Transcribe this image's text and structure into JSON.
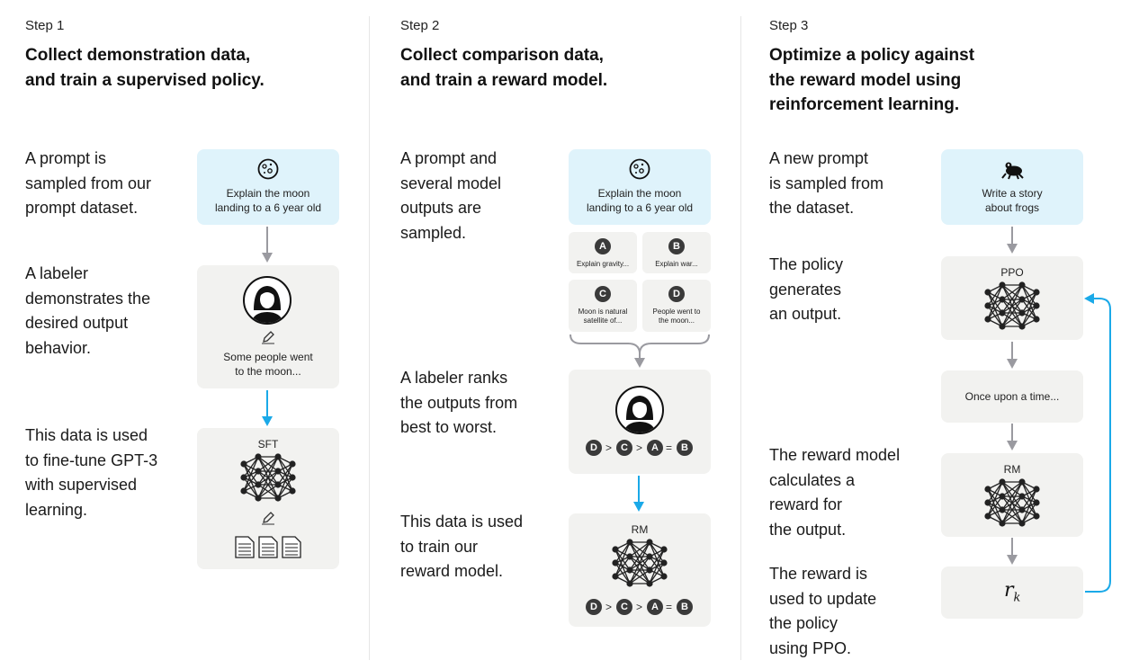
{
  "steps": [
    {
      "label": "Step 1",
      "title_line1": "Collect demonstration data,",
      "title_line2": "and train a supervised policy.",
      "desc1": "A prompt is\nsampled from our\nprompt dataset.",
      "desc2": "A labeler\ndemonstrates the\ndesired output\nbehavior.",
      "desc3": "This data is used\nto fine-tune GPT-3\nwith supervised\nlearning.",
      "prompt_text": "Explain the moon\nlanding to a 6 year old",
      "output_text": "Some people went\nto the moon...",
      "model_label": "SFT"
    },
    {
      "label": "Step 2",
      "title_line1": "Collect comparison data,",
      "title_line2": "and train a reward model.",
      "desc1": "A prompt and\nseveral model\noutputs are\nsampled.",
      "desc2": "A labeler ranks\nthe outputs from\nbest to worst.",
      "desc3": "This data is used\nto train our\nreward model.",
      "prompt_text": "Explain the moon\nlanding to a 6 year old",
      "outputs": [
        {
          "letter": "A",
          "text": "Explain gravity..."
        },
        {
          "letter": "B",
          "text": "Explain war..."
        },
        {
          "letter": "C",
          "text": "Moon is natural\nsatellite of..."
        },
        {
          "letter": "D",
          "text": "People went to\nthe moon..."
        }
      ],
      "ranking": [
        "D",
        ">",
        "C",
        ">",
        "A",
        "=",
        "B"
      ],
      "model_label": "RM"
    },
    {
      "label": "Step 3",
      "title_line1": "Optimize a policy against",
      "title_line2": "the reward model using",
      "title_line3": "reinforcement learning.",
      "desc1": "A new prompt\nis sampled from\nthe dataset.",
      "desc2": "The policy\ngenerates\nan output.",
      "desc3": "The reward model\ncalculates a\nreward for\nthe output.",
      "desc4": "The reward is\nused to update\nthe policy\nusing PPO.",
      "prompt_text": "Write a story\nabout frogs",
      "policy_label": "PPO",
      "output_text": "Once upon a time...",
      "rm_label": "RM",
      "reward_symbol": "r",
      "reward_sub": "k"
    }
  ],
  "colors": {
    "card_bg": "#f2f2f0",
    "prompt_bg": "#dff3fb",
    "arrow_gray": "#9a9aa0",
    "arrow_blue": "#1aa9e8",
    "badge": "#3a3a3a"
  },
  "icons": [
    "moon-icon",
    "labeler-avatar-icon",
    "pencil-icon",
    "neural-net-icon",
    "document-icon",
    "frog-icon"
  ]
}
